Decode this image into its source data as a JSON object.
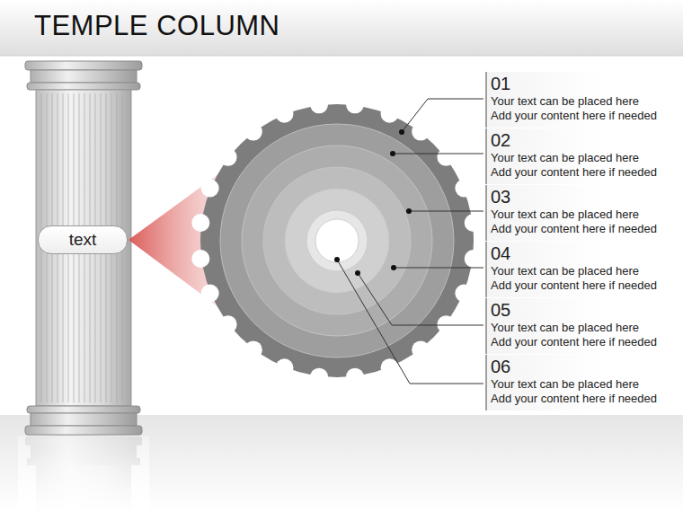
{
  "diagram": {
    "title": "TEMPLE COLUMN",
    "nodes": [
      {
        "text": [
          "text"
        ]
      },
      {
        "text": [
          "01",
          "Your text can be placed here",
          "Add your content here if needed"
        ]
      },
      {
        "text": [
          "02",
          "Your text can be placed here",
          "Add your content here if needed"
        ]
      },
      {
        "text": [
          "03",
          "Your text can be placed here",
          "Add your content here if needed"
        ]
      },
      {
        "text": [
          "04",
          "Your text can be placed here",
          "Add your content here if needed"
        ]
      },
      {
        "text": [
          "05",
          "Your text can be placed here",
          "Add your content here if needed"
        ]
      },
      {
        "text": [
          "06",
          "Your text can be placed here",
          "Add your content here if needed"
        ]
      }
    ]
  }
}
